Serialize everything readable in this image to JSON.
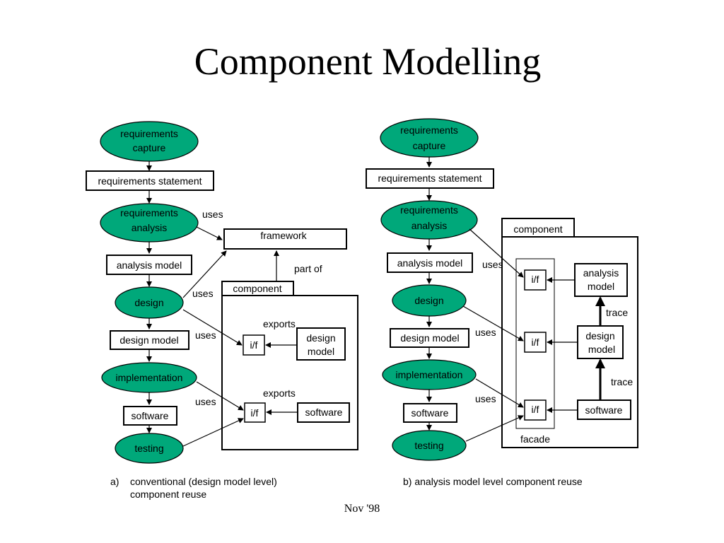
{
  "title": "Component Modelling",
  "footer": "Nov '98",
  "diagram_a": {
    "caption_marker": "a)",
    "caption_line1": "conventional (design model level)",
    "caption_line2": "component reuse",
    "req_capture_1": "requirements",
    "req_capture_2": "capture",
    "req_statement": "requirements statement",
    "req_analysis_1": "requirements",
    "req_analysis_2": "analysis",
    "analysis_model": "analysis model",
    "design": "design",
    "design_model": "design model",
    "implementation": "implementation",
    "software": "software",
    "testing": "testing",
    "framework": "framework",
    "part_of": "part of",
    "component": "component",
    "exports_1": "exports",
    "exports_2": "exports",
    "if_1": "i/f",
    "if_2": "i/f",
    "inner_design_model_1": "design",
    "inner_design_model_2": "model",
    "inner_software": "software",
    "uses_1": "uses",
    "uses_2": "uses",
    "uses_3": "uses",
    "uses_4": "uses"
  },
  "diagram_b": {
    "caption": "b) analysis model level component reuse",
    "req_capture_1": "requirements",
    "req_capture_2": "capture",
    "req_statement": "requirements statement",
    "req_analysis_1": "requirements",
    "req_analysis_2": "analysis",
    "analysis_model": "analysis model",
    "design": "design",
    "design_model": "design model",
    "implementation": "implementation",
    "software": "software",
    "testing": "testing",
    "component": "component",
    "facade": "facade",
    "if_1": "i/f",
    "if_2": "i/f",
    "if_3": "i/f",
    "inner_analysis_model_1": "analysis",
    "inner_analysis_model_2": "model",
    "inner_design_model_1": "design",
    "inner_design_model_2": "model",
    "inner_software": "software",
    "trace_1": "trace",
    "trace_2": "trace",
    "uses_1": "uses",
    "uses_2": "uses",
    "uses_3": "uses"
  },
  "colors": {
    "ellipse_fill": "#00a87a",
    "stroke": "#000000",
    "background": "#ffffff"
  }
}
